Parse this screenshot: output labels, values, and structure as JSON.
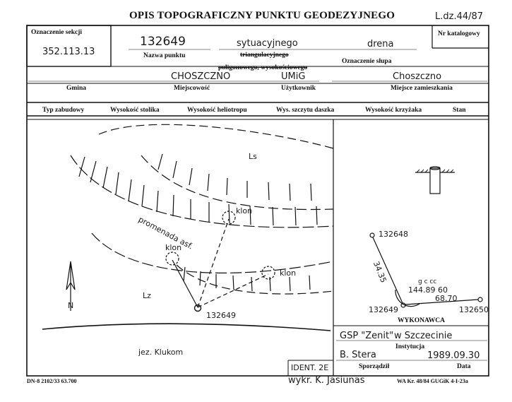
{
  "header": {
    "title": "OPIS TOPOGRAFICZNY PUNKTU GEODEZYJNEGO",
    "ref": "L.dz.44/87"
  },
  "top": {
    "section_label": "Oznaczenie sekcji",
    "section_value": "352.113.13",
    "catalog_label": "Nr katalogowy",
    "point_number": "132649",
    "point_name_label": "Nazwa punktu",
    "type_sytuacyjnego": "sytuacyjnego",
    "type_triangulacyjnego": "triangulacyjnego",
    "type_poligonowego": "poligonowego, wysokościowego",
    "drena": "drena",
    "marker_label": "Oznaczenie słupa"
  },
  "location": {
    "gmina_value": "CHOSZCZNO",
    "gmina_label": "Gmina",
    "miejscowosc_label": "Miejscowość",
    "uzytkownik_value": "UMiG",
    "uzytkownik_label": "Użytkownik",
    "miejsce_value": "Choszczno",
    "miejsce_label": "Miejsce zamieszkania"
  },
  "columns": [
    "Typ zabudowy",
    "Wysokość stolika",
    "Wysokość heliotropu",
    "Wys. szczytu daszka",
    "Wysokość krzyżaka",
    "Stan"
  ],
  "sketch": {
    "ls": "Ls",
    "lz": "Lz",
    "promenada": "promenada  asf.",
    "klon1": "klon",
    "klon2": "klon",
    "klon3": "klon",
    "point": "132649",
    "lake": "jez. Klukom",
    "ident": "IDENT. 2E",
    "north": "N"
  },
  "detail": {
    "p1": "132648",
    "p2": "132649",
    "p3": "132650",
    "dist1": "34.35",
    "dist2": "68.70",
    "angle_units": "g   c   cc",
    "angle": "144.89 60"
  },
  "wykonawca": {
    "label": "WYKONAWCA",
    "firm": "GSP \"Zenit\"",
    "city": "w Szczecinie",
    "instytucja_label": "Instytucja",
    "author": "B. Stera",
    "date": "1989.09.30",
    "sporzadzil_label": "Sporządził",
    "data_label": "Data"
  },
  "footer": {
    "left": "DN-8 2102/33 63.700",
    "signature": "wykr. K. Jasiunas",
    "right": "WA Kr. 48/84 GUGiK 4-I-23a"
  }
}
